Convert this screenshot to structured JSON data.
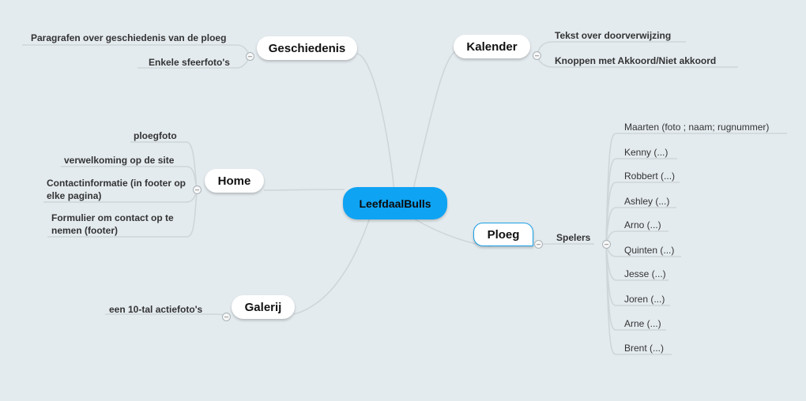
{
  "root": {
    "label": "LeefdaalBulls"
  },
  "branches": {
    "geschiedenis": {
      "label": "Geschiedenis",
      "children": [
        "Paragrafen over geschiedenis van de ploeg",
        "Enkele sfeerfoto's"
      ]
    },
    "kalender": {
      "label": "Kalender",
      "children": [
        "Tekst over doorverwijzing",
        "Knoppen met Akkoord/Niet akkoord"
      ]
    },
    "home": {
      "label": "Home",
      "children": [
        "ploegfoto",
        "verwelkoming op de site",
        "Contactinformatie (in footer op elke pagina)",
        "Formulier om contact op te nemen (footer)"
      ]
    },
    "galerij": {
      "label": "Galerij",
      "children": [
        "een 10-tal actiefoto's"
      ]
    },
    "ploeg": {
      "label": "Ploeg",
      "subtopic": {
        "label": "Spelers",
        "children": [
          "Maarten (foto ; naam; rugnummer)",
          "Kenny (...)",
          "Robbert (...)",
          "Ashley (...)",
          "Arno (...)",
          "Quinten (...)",
          "Jesse (...)",
          "Joren (...)",
          "Arne (...)",
          "Brent (...)"
        ]
      }
    }
  },
  "colors": {
    "background": "#e4ebef",
    "root_fill": "#0ea3f3",
    "link": "#cfd6da",
    "selected_border": "#1aa0e6"
  },
  "icons": {
    "collapse_toggle": "minus-circle-icon"
  }
}
